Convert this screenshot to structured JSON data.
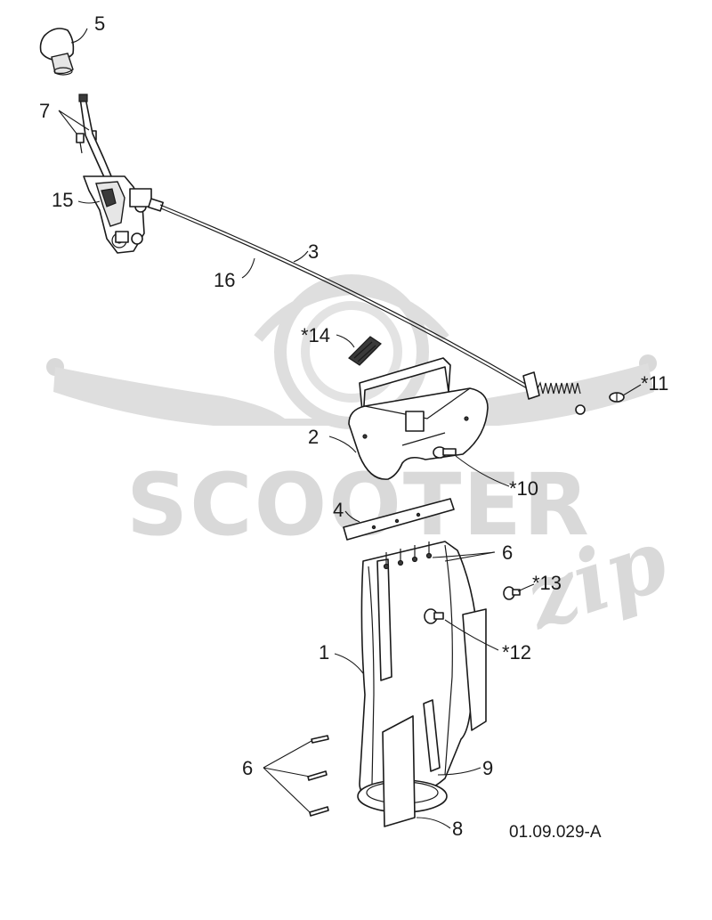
{
  "diagram": {
    "drawing_code": "01.09.029-A",
    "watermark": {
      "brand": "SCOOTER",
      "script": "zip"
    },
    "callouts": [
      {
        "id": "callout-5",
        "text": "5"
      },
      {
        "id": "callout-7",
        "text": "7"
      },
      {
        "id": "callout-15",
        "text": "15"
      },
      {
        "id": "callout-3",
        "text": "3"
      },
      {
        "id": "callout-16",
        "text": "16"
      },
      {
        "id": "callout-14",
        "text": "*14"
      },
      {
        "id": "callout-11",
        "text": "*11"
      },
      {
        "id": "callout-2",
        "text": "2"
      },
      {
        "id": "callout-10",
        "text": "*10"
      },
      {
        "id": "callout-4",
        "text": "4"
      },
      {
        "id": "callout-6a",
        "text": "6"
      },
      {
        "id": "callout-13",
        "text": "*13"
      },
      {
        "id": "callout-1",
        "text": "1"
      },
      {
        "id": "callout-12",
        "text": "*12"
      },
      {
        "id": "callout-6b",
        "text": "6"
      },
      {
        "id": "callout-9",
        "text": "9"
      },
      {
        "id": "callout-8",
        "text": "8"
      }
    ]
  }
}
